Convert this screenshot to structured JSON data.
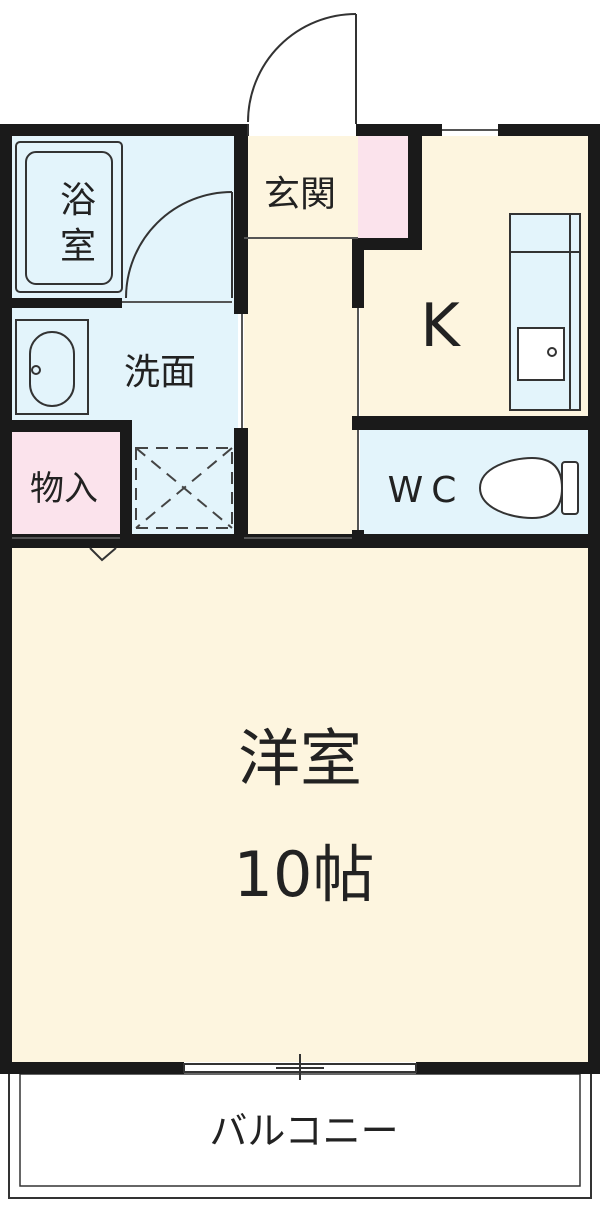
{
  "rooms": {
    "bath": {
      "label_line1": "浴",
      "label_line2": "室"
    },
    "entrance": {
      "label": "玄関"
    },
    "kitchen": {
      "label": "K"
    },
    "washroom": {
      "label": "洗面"
    },
    "storage": {
      "label": "物入"
    },
    "toilet": {
      "label": "WC"
    },
    "western_room": {
      "label": "洋室",
      "size": "10帖"
    },
    "balcony": {
      "label": "バルコニー"
    }
  },
  "colors": {
    "wall": "#1a1a1a",
    "wet_area": "#e3f4fb",
    "living_area": "#fdf5df",
    "storage_area": "#fbe3ec",
    "balcony": "#ffffff"
  }
}
